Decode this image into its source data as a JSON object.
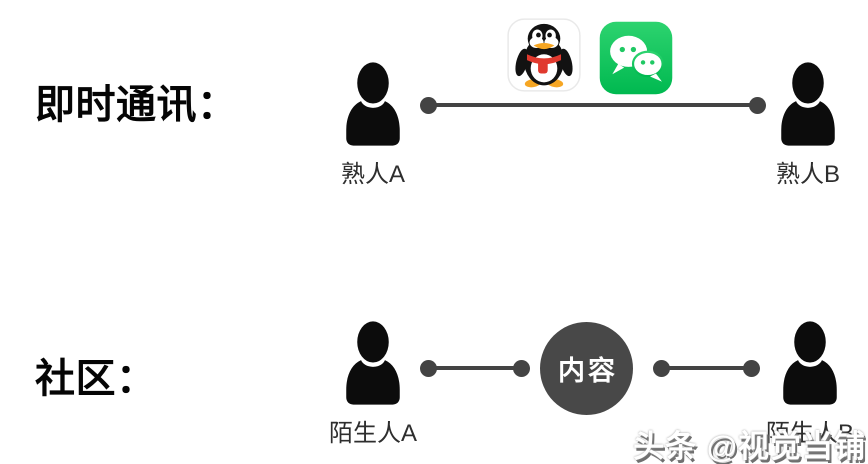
{
  "diagram": {
    "rows": [
      {
        "label": "即时通讯：",
        "person_a": {
          "label": "熟人A"
        },
        "person_b": {
          "label": "熟人B"
        },
        "apps": [
          {
            "name": "QQ"
          },
          {
            "name": "WeChat"
          }
        ]
      },
      {
        "label": "社区：",
        "person_a": {
          "label": "陌生人A"
        },
        "person_b": {
          "label": "陌生人B"
        },
        "node_label": "内容"
      }
    ]
  },
  "watermark": {
    "text": "头条 @视觉当铺"
  },
  "colors": {
    "background": "#ffffff",
    "silhouette_black": "#0c0c0c",
    "connector_gray": "#434343",
    "content_node_gray": "#484848",
    "wechat_green": "#07c160",
    "qq_scarf_red": "#e0392e",
    "qq_beak_orange": "#f6a623"
  }
}
